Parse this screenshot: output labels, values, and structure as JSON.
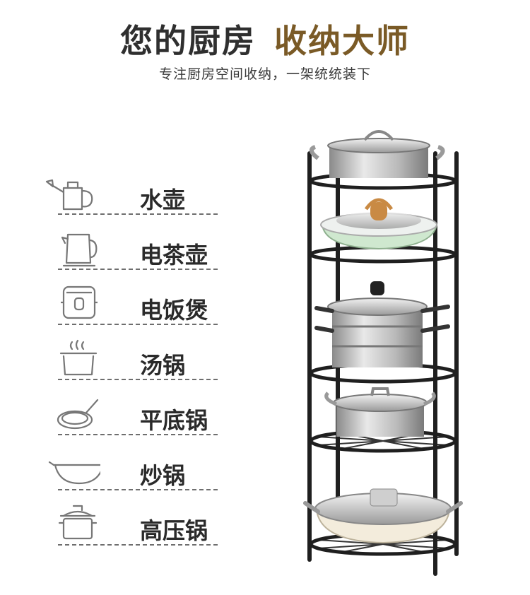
{
  "header": {
    "title_dark": "您的厨房",
    "title_gold": "收纳大师",
    "subtitle": "专注厨房空间收纳，一架统统装下"
  },
  "items": [
    {
      "label": "水壶",
      "icon": "watering-can-icon"
    },
    {
      "label": "电茶壶",
      "icon": "electric-kettle-icon"
    },
    {
      "label": "电饭煲",
      "icon": "rice-cooker-icon"
    },
    {
      "label": "汤锅",
      "icon": "soup-pot-icon"
    },
    {
      "label": "平底锅",
      "icon": "frying-pan-icon"
    },
    {
      "label": "炒锅",
      "icon": "wok-icon"
    },
    {
      "label": "高压锅",
      "icon": "pressure-cooker-icon"
    }
  ],
  "colors": {
    "title_dark": "#2f2f2f",
    "title_gold": "#7a5a26",
    "rack": "#1f1f1f",
    "pot_green": "#cfe8cf",
    "pot_cream": "#f3ecdc"
  }
}
